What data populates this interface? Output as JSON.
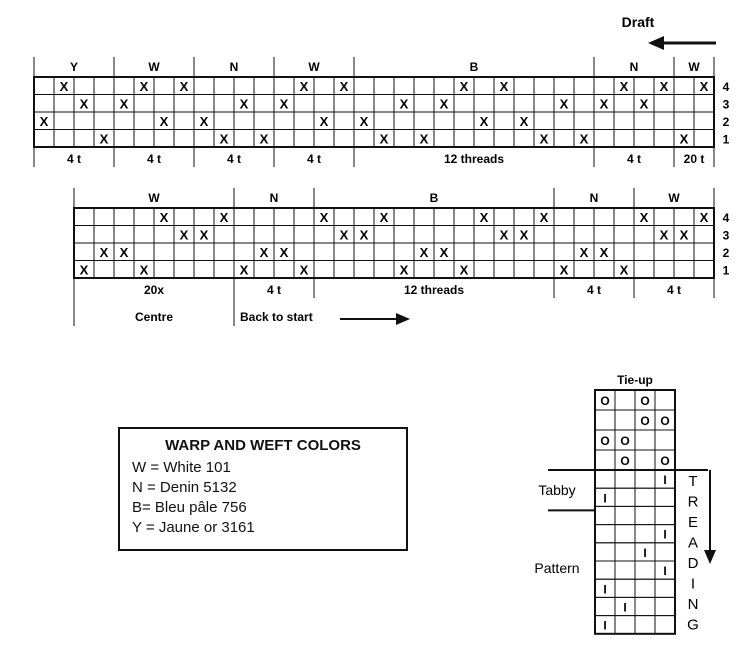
{
  "draft_label": "Draft",
  "section1": {
    "groups": [
      {
        "color": "Y",
        "count": "4 t",
        "start": 0,
        "len": 4
      },
      {
        "color": "W",
        "count": "4 t",
        "start": 4,
        "len": 4
      },
      {
        "color": "N",
        "count": "4 t",
        "start": 8,
        "len": 4
      },
      {
        "color": "W",
        "count": "4 t",
        "start": 12,
        "len": 4
      },
      {
        "color": "B",
        "count": "12 threads",
        "start": 16,
        "len": 12
      },
      {
        "color": "N",
        "count": "4 t",
        "start": 28,
        "len": 4
      },
      {
        "color": "W",
        "count": "20 t",
        "start": 32,
        "len": 2
      }
    ],
    "shafts": [
      [
        1,
        5,
        7,
        13,
        15,
        21,
        23,
        29,
        31,
        33
      ],
      [
        2,
        4,
        10,
        12,
        18,
        20,
        26,
        28,
        30
      ],
      [
        0,
        6,
        8,
        14,
        16,
        22,
        24
      ],
      [
        3,
        9,
        11,
        17,
        19,
        25,
        27,
        32
      ]
    ]
  },
  "section2": {
    "groups": [
      {
        "color": "W",
        "count": "20x",
        "sub": "Centre",
        "start": 0,
        "len": 8
      },
      {
        "color": "N",
        "count": "4 t",
        "sub": "Back to start",
        "start": 8,
        "len": 4
      },
      {
        "color": "B",
        "count": "12 threads",
        "sub": "",
        "start": 12,
        "len": 12
      },
      {
        "color": "N",
        "count": "4 t",
        "sub": "",
        "start": 24,
        "len": 4
      },
      {
        "color": "W",
        "count": "4 t",
        "sub": "",
        "start": 28,
        "len": 4
      }
    ],
    "shafts": [
      [
        4,
        7,
        12,
        15,
        20,
        23,
        28,
        31
      ],
      [
        5,
        6,
        13,
        14,
        21,
        22,
        29,
        30
      ],
      [
        1,
        2,
        9,
        10,
        17,
        18,
        25,
        26
      ],
      [
        0,
        3,
        8,
        11,
        16,
        19,
        24,
        27
      ]
    ]
  },
  "shaft_numbers": [
    "4",
    "3",
    "2",
    "1"
  ],
  "mark": "X",
  "warp_weft_colors": {
    "title": "WARP AND WEFT COLORS",
    "items": [
      "W = White 101",
      "N = Denin 5132",
      "B=  Bleu pâle 756",
      "Y = Jaune or 3161"
    ]
  },
  "tieup": {
    "title": "Tie-up",
    "grid": [
      [
        "O",
        "",
        "O",
        ""
      ],
      [
        "",
        "",
        "O",
        "O"
      ],
      [
        "O",
        "O",
        "",
        ""
      ],
      [
        "",
        "O",
        "",
        "O"
      ]
    ]
  },
  "treadling": {
    "tabby_label": "Tabby",
    "pattern_label": "Pattern",
    "vertical_label": [
      "T",
      "R",
      "E",
      "A",
      "D",
      "I",
      "N",
      "G"
    ],
    "mark": "I",
    "rows": [
      3,
      0,
      null,
      3,
      2,
      3,
      0,
      1,
      0
    ]
  }
}
